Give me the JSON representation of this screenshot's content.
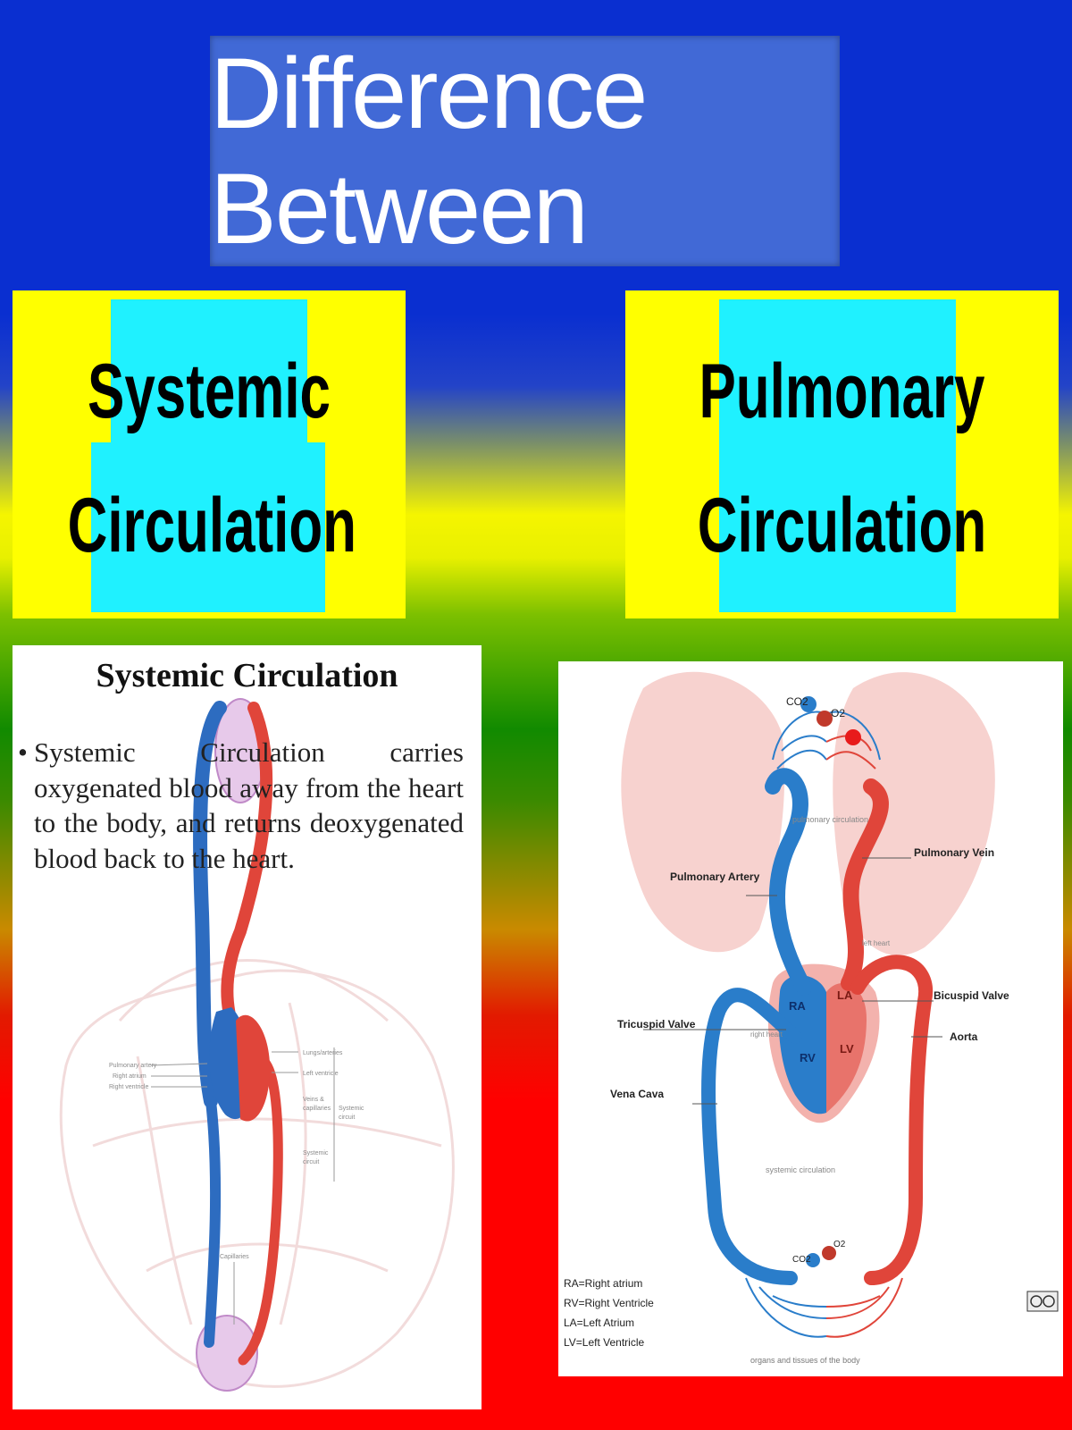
{
  "header": {
    "title": "Difference Between"
  },
  "panels": {
    "left": {
      "line1": "Systemic",
      "line2": "Circulation"
    },
    "right": {
      "line1": "Pulmonary",
      "line2": "Circulation"
    }
  },
  "systemic_card": {
    "title": "Systemic Circulation",
    "bullet": "•",
    "text": "Systemic Circulation carries oxygenated blood away from the heart to the body, and returns deoxygenated blood back to the heart."
  },
  "pulmonary_card": {
    "labels": {
      "co2_top": "CO2",
      "o2_top": "O2",
      "pulmonary_circulation": "pulmonary circulation",
      "pulmonary_artery": "Pulmonary Artery",
      "pulmonary_vein": "Pulmonary Vein",
      "left_heart": "left heart",
      "right_heart": "right heart",
      "ra": "RA",
      "rv": "RV",
      "la": "LA",
      "lv": "LV",
      "bicuspid_valve": "Bicuspid Valve",
      "tricuspid_valve": "Tricuspid Valve",
      "aorta": "Aorta",
      "vena_cava": "Vena Cava",
      "systemic_circulation": "systemic circulation",
      "co2_bottom": "CO2",
      "o2_bottom": "O2",
      "organs": "organs and tissues of the body"
    },
    "legend": [
      "RA=Right atrium",
      "RV=Right Ventricle",
      "LA=Left Atrium",
      "LV=Left Ventricle"
    ]
  },
  "colors": {
    "blue": "#0a2fd0",
    "yellow": "#ffff00",
    "cyan": "#1ff1ff",
    "green": "#118a00",
    "red": "#ff0000",
    "artery_red": "#e0453a",
    "vein_blue": "#2b7fd0"
  }
}
